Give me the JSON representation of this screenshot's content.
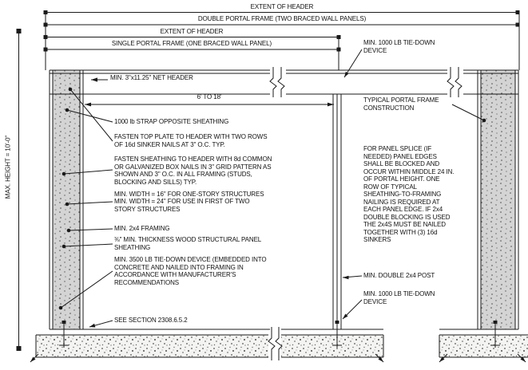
{
  "figure": {
    "type": "portal-frame-construction-detail",
    "dimensions": {
      "extent_of_header_top": "EXTENT OF HEADER",
      "double_portal_frame": "DOUBLE PORTAL FRAME (TWO BRACED WALL PANELS)",
      "extent_of_header_inner": "EXTENT OF HEADER",
      "single_portal_frame": "SINGLE PORTAL FRAME (ONE BRACED WALL PANEL)",
      "max_height": "MAX. HEIGHT = 10'-0\"",
      "header_span": "6' TO 18'"
    },
    "callouts": {
      "net_header": "MIN. 3\"x11.25\" NET HEADER",
      "tie_down_top": "MIN. 1000 LB TIE-DOWN DEVICE",
      "typical_portal_frame": "TYPICAL PORTAL FRAME CONSTRUCTION",
      "strap": "1000 lb STRAP OPPOSITE SHEATHING",
      "fasten_top_plate": "FASTEN TOP PLATE TO HEADER WITH TWO ROWS OF 16d SINKER NAILS AT 3\" O.C. TYP.",
      "fasten_sheathing": "FASTEN SHEATHING TO HEADER WITH 8d COMMON OR GALVANIZED BOX NAILS IN 3\" GRID PATTERN AS SHOWN AND 3\" O.C. IN ALL FRAMING (STUDS, BLOCKING AND SILLS) TYP.",
      "min_width_one_story": "MIN. WIDTH = 16\" FOR ONE-STORY STRUCTURES",
      "min_width_two_story": "MIN. WIDTH = 24\" FOR USE IN FIRST OF TWO STORY STRUCTURES",
      "framing": "MIN. 2x4 FRAMING",
      "panel_sheathing": "⅜\" MIN. THICKNESS WOOD STRUCTURAL PANEL SHEATHING",
      "tie_down_3500": "MIN. 3500 LB TIE-DOWN DEVICE (EMBEDDED INTO CONCRETE AND NAILED INTO FRAMING IN ACCORDANCE WITH MANUFACTURER'S RECOMMENDATIONS",
      "see_section": "SEE SECTION 2308.6.5.2",
      "panel_splice_note": "FOR PANEL SPLICE (IF NEEDED) PANEL EDGES SHALL BE BLOCKED AND OCCUR WITHIN MIDDLE 24 IN. OF PORTAL HEIGHT. ONE ROW OF TYPICAL SHEATHING-TO-FRAMING NAILING IS REQUIRED AT EACH PANEL EDGE. IF 2x4 DOUBLE BLOCKING IS USED THE 2x4S MUST BE NAILED TOGETHER WITH (3) 16d SINKERS",
      "double_post": "MIN. DOUBLE 2x4 POST",
      "tie_down_bottom": "MIN. 1000 LB TIE-DOWN DEVICE"
    },
    "colors": {
      "line": "#1a1a1a",
      "panel_fill": "#d4d4d4",
      "background": "#ffffff"
    }
  }
}
